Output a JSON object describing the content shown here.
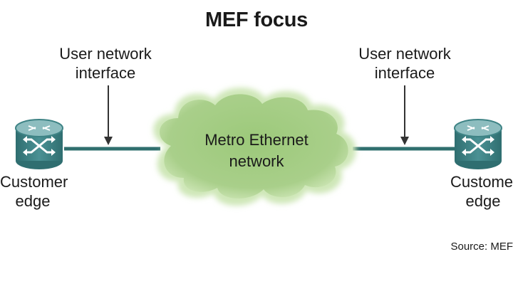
{
  "diagram": {
    "title": "MEF focus",
    "left_interface_label": [
      "User network",
      "interface"
    ],
    "right_interface_label": [
      "User network",
      "interface"
    ],
    "cloud_label": [
      "Metro Ethernet",
      "network"
    ],
    "left_device_label": [
      "Customer",
      "edge"
    ],
    "right_device_label": [
      "Customer",
      "edge"
    ],
    "source": "Source: MEF",
    "colors": {
      "cloud_fill": "#a9cf8a",
      "cloud_edge": "#c7e2ae",
      "link": "#2f6f6e",
      "device_body": "#3e8385",
      "device_top": "#7fb2b4",
      "arrow": "#333333"
    },
    "icons": [
      "router-icon",
      "router-icon",
      "cloud-icon",
      "arrow-down-icon"
    ]
  }
}
